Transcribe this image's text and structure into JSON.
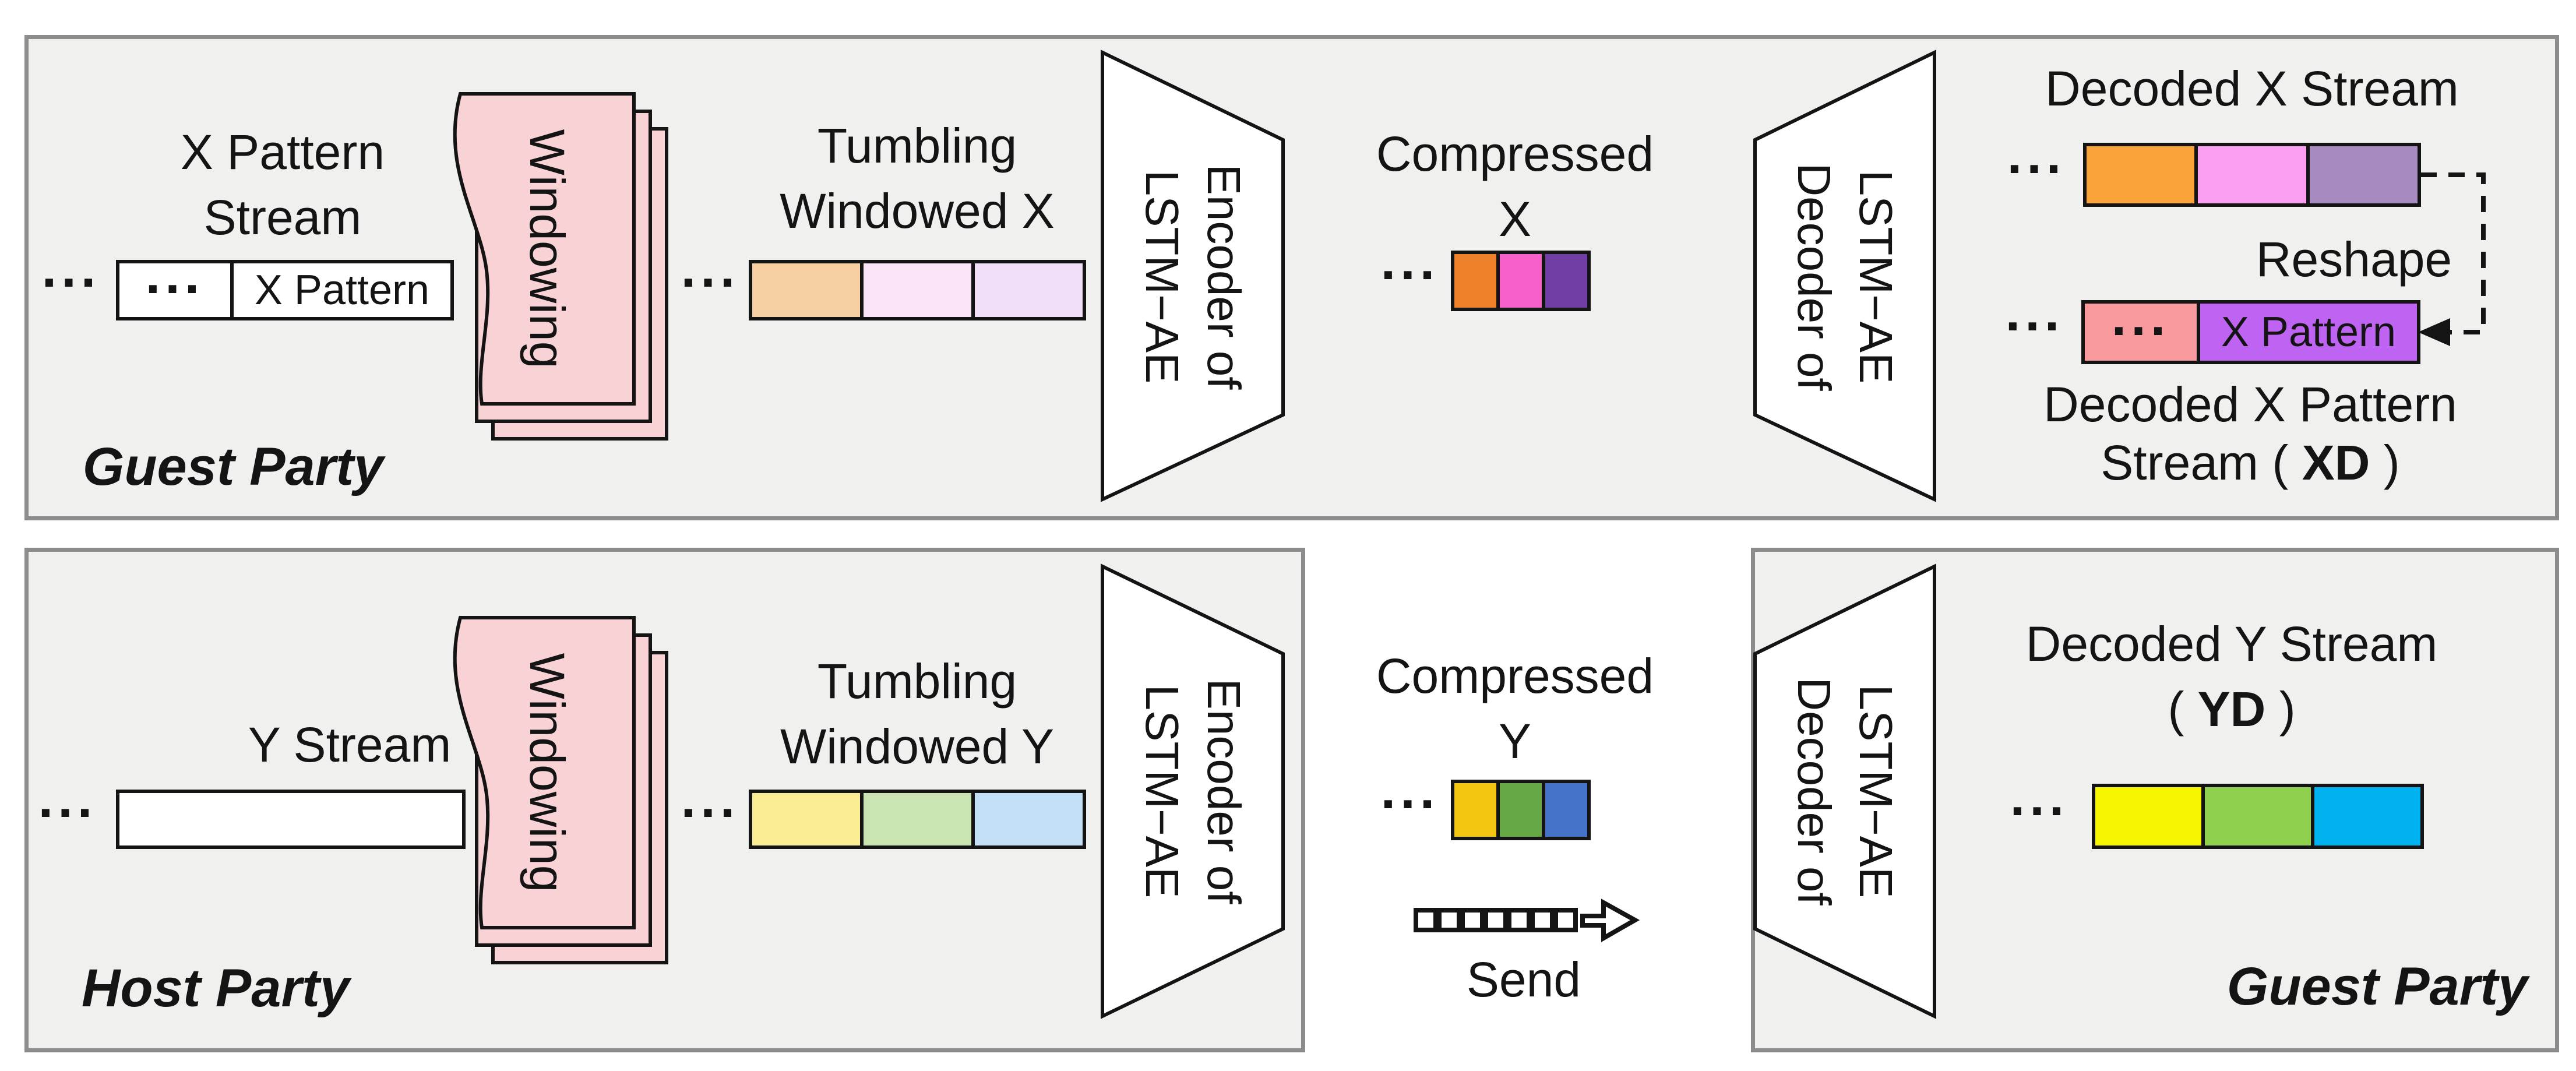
{
  "colors": {
    "panel_bg": "#f0f0ee",
    "panel_border": "#8c8c8c",
    "ink": "#141414",
    "stream_fill": "#ffffff",
    "windowing_fill": "#f9d2d6",
    "tumbling_x": [
      "#f8cfa2",
      "#fae4f7",
      "#f0ddf6"
    ],
    "compressed_x": [
      "#f0812b",
      "#f75fc9",
      "#6f3fa5"
    ],
    "decoded_x": [
      "#f9a33a",
      "#fb9ff2",
      "#a78bc0"
    ],
    "pattern_cells": [
      "#f99b9e",
      "#bf63f2"
    ],
    "tumbling_y": [
      "#f9ec92",
      "#cbe5b2",
      "#c4e0f7"
    ],
    "compressed_y": [
      "#f2c511",
      "#67a846",
      "#4472c8"
    ],
    "decoded_y": [
      "#f6f600",
      "#8fd14f",
      "#00b3f0"
    ]
  },
  "shared": {
    "dots": "...",
    "windowing": "Windowing",
    "encoder_line1": "Encoder of",
    "encoder_line2": "LSTM−AE",
    "decoder_line1": "LSTM−AE",
    "decoder_line2": "Decoder of",
    "reshape": "Reshape"
  },
  "top_panel": {
    "party": "Guest Party",
    "stream_title_line1": "X Pattern",
    "stream_title_line2": "Stream",
    "stream_cell": "X Pattern",
    "tumbling_line1": "Tumbling",
    "tumbling_line2": "Windowed X",
    "compressed_line1": "Compressed",
    "compressed_line2": "X",
    "decoded_title": "Decoded X Stream",
    "pattern_cell": "X Pattern",
    "caption_line1": "Decoded X Pattern",
    "caption_line2_pre": "Stream ( ",
    "caption_line2_bold": "XD",
    "caption_line2_post": " )"
  },
  "host_panel": {
    "party": "Host Party",
    "stream_title": "Y Stream",
    "tumbling_line1": "Tumbling",
    "tumbling_line2": "Windowed Y"
  },
  "transfer": {
    "compressed_line1": "Compressed",
    "compressed_line2": "Y",
    "send": "Send"
  },
  "guest_panel": {
    "party": "Guest Party",
    "decoded_title": "Decoded Y Stream",
    "yd_pre": "( ",
    "yd_bold": "YD",
    "yd_post": " )"
  }
}
